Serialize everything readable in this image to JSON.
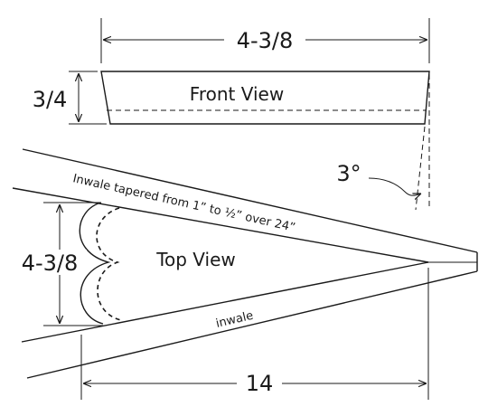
{
  "front_view": {
    "title": "Front View",
    "width_label": "4-3/8",
    "height_label": "3/4",
    "angle_label": "3°"
  },
  "top_view": {
    "title": "Top View",
    "width_label": "4-3/8",
    "length_label": "14",
    "inwale_note": "Inwale tapered from 1” to ½” over 24”",
    "inwale_label": "inwale"
  }
}
